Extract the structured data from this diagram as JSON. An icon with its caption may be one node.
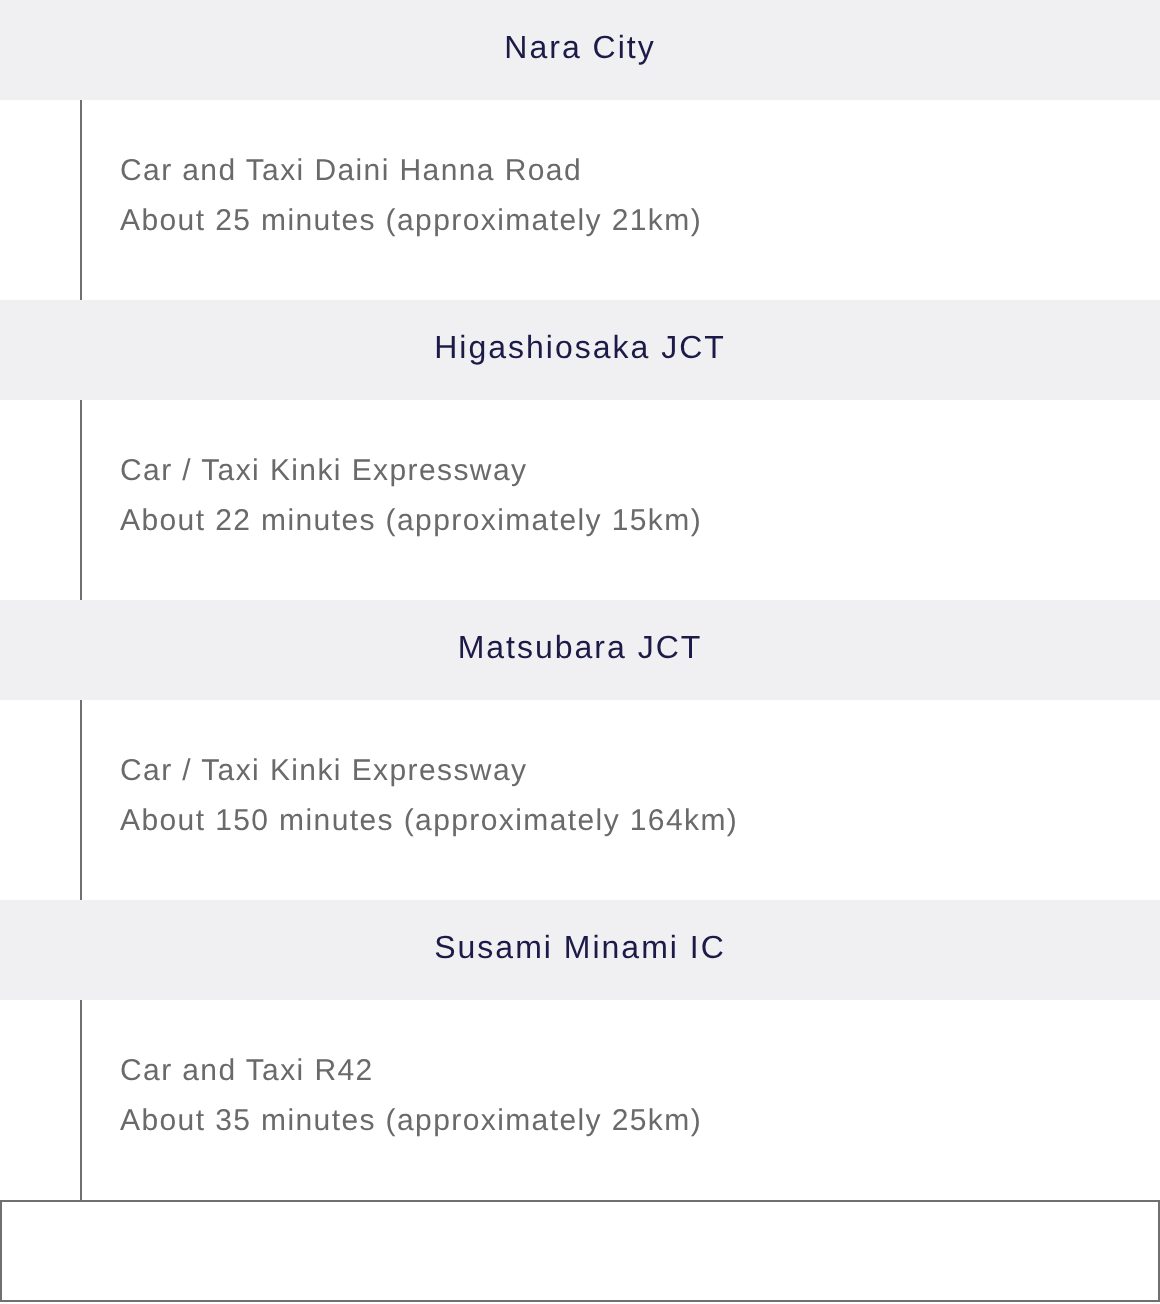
{
  "diagram": {
    "nodes": [
      {
        "text": [
          "Nara City"
        ]
      },
      {
        "text": [
          "Higashiosaka JCT"
        ]
      },
      {
        "text": [
          "Matsubara JCT"
        ]
      },
      {
        "text": [
          "Susami Minami IC"
        ]
      },
      {
        "text": [],
        "shape": "box"
      }
    ],
    "edges": [
      {
        "from": 0,
        "to": 1,
        "arrow": "none",
        "label": "Car and Taxi Daini Hanna Road About 25 minutes (approximately 21km)"
      },
      {
        "from": 1,
        "to": 2,
        "arrow": "none",
        "label": "Car / Taxi Kinki Expressway About 22 minutes (approximately 15km)"
      },
      {
        "from": 2,
        "to": 3,
        "arrow": "none",
        "label": "Car / Taxi Kinki Expressway About 150 minutes (approximately 164km)"
      },
      {
        "from": 3,
        "to": 4,
        "arrow": "none",
        "label": "Car and Taxi R42 About 35 minutes (approximately 25km)"
      }
    ]
  }
}
